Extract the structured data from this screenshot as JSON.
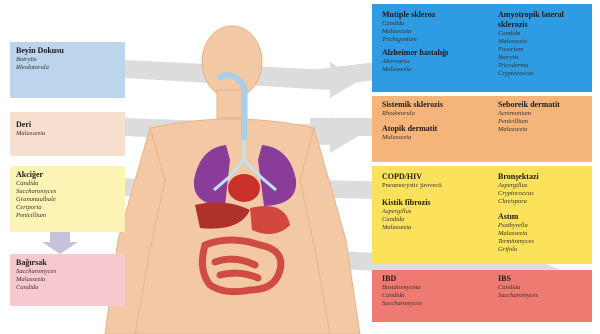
{
  "colors": {
    "blue": "#2f9be3",
    "blue_light": "#bcd4ec",
    "peach": "#f7dfcf",
    "yellow": "#fdf3b5",
    "pink": "#f6c9cf",
    "orange": "#f4b47a",
    "yellow_bright": "#fbe25a",
    "red": "#ef7a72",
    "arrow": "#cfcfcf",
    "skin": "#f3c8a4"
  },
  "left": {
    "beyin": {
      "title": "Beyin Dokusu",
      "organisms": [
        "Botrytis",
        "Rhodotorula"
      ]
    },
    "deri": {
      "title": "Deri",
      "organisms": [
        "Malassezia"
      ]
    },
    "akciger": {
      "title": "Akciğer",
      "organisms": [
        "Candida",
        "Saccharomyces",
        "Granunaulbale",
        "Ceriporia",
        "Penicillium"
      ]
    },
    "bagirsak": {
      "title": "Bağırsak",
      "organisms": [
        "Saccharomyces",
        "Malassezia",
        "Candida"
      ]
    }
  },
  "right": {
    "ms": {
      "title": "Mutiple skleroz",
      "organisms": [
        "Candida",
        "Malassezia",
        "Trichigentum"
      ]
    },
    "alz": {
      "title": "Alzheimer hastalığı",
      "organisms": [
        "Alternaria",
        "Malassezia"
      ]
    },
    "als": {
      "title": "Amyotropik lateral sklerozis",
      "organisms": [
        "Candida",
        "Malassezia",
        "Fusarium",
        "Botrytis",
        "Tricoderma",
        "Cryptococcus"
      ]
    },
    "sistemik": {
      "title": "Sistemik sklerozis",
      "organisms": [
        "Rhodotorula"
      ]
    },
    "atopik": {
      "title": "Atopik dermatit",
      "organisms": [
        "Malassezia"
      ]
    },
    "seboreik": {
      "title": "Seboreik dermatit",
      "organisms": [
        "Acremonium",
        "Penicillium",
        "Malassezia"
      ]
    },
    "copd": {
      "title": "COPD/HIV",
      "organisms": [
        "Pneumocystic jirovecii"
      ]
    },
    "kistik": {
      "title": "Kistik fibrozis",
      "organisms": [
        "Aspergillus",
        "Candida",
        "Malassezia"
      ]
    },
    "bronsiektazi": {
      "title": "Bronşektazi",
      "organisms": [
        "Aspergillus",
        "Cryptococcus",
        "Clavispora"
      ]
    },
    "astim": {
      "title": "Astım",
      "organisms": [
        "Psathyrella",
        "Malassezia",
        "Termitomyces",
        "Grifola"
      ]
    },
    "ibd": {
      "title": "IBD",
      "organisms": [
        "Basidiomycota",
        "Candida",
        "Saccharomyces"
      ]
    },
    "ibs": {
      "title": "IBS",
      "organisms": [
        "Candida",
        "Saccharomyces"
      ]
    }
  }
}
